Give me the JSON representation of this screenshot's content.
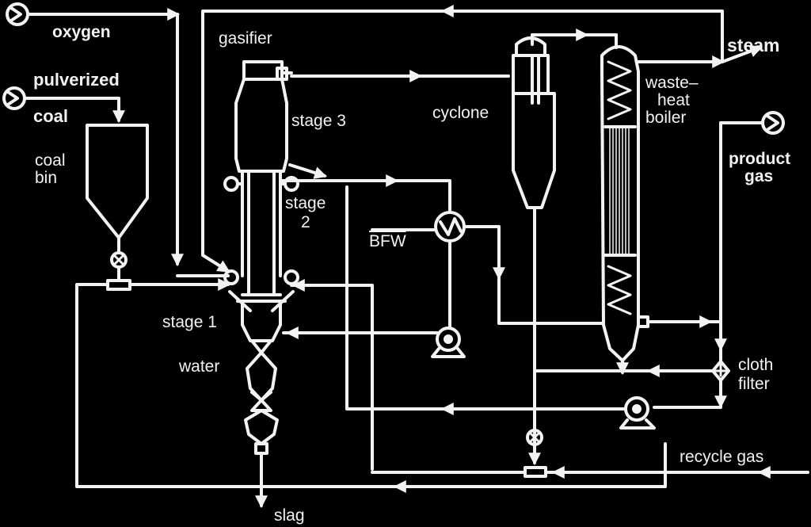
{
  "colors": {
    "background": "#000000",
    "line": "#f2f2f2"
  },
  "labels": {
    "oxygen": "oxygen",
    "pulverized": "pulverized",
    "coal": "coal",
    "coal_bin_1": "coal",
    "coal_bin_2": "bin",
    "gasifier": "gasifier",
    "stage3": "stage 3",
    "stage2_1": "stage",
    "stage2_2": "2",
    "stage1": "stage 1",
    "water": "water",
    "slag": "slag",
    "bfw": "BFW",
    "cyclone": "cyclone",
    "waste_1": "waste–",
    "waste_2": "heat",
    "waste_3": "boiler",
    "steam": "steam",
    "product_1": "product",
    "product_2": "gas",
    "cloth_1": "cloth",
    "cloth_2": "filter",
    "recycle": "recycle  gas"
  }
}
